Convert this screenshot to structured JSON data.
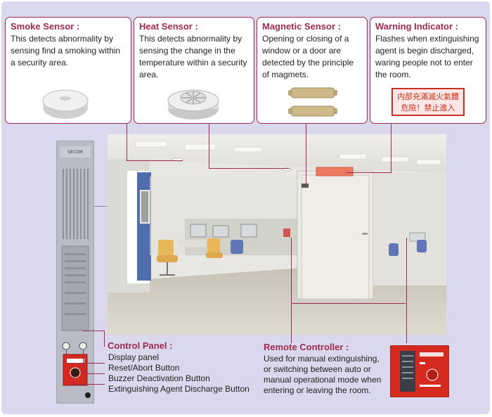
{
  "sensors": [
    {
      "title": "Smoke Sensor :",
      "description": "This detects abnormality by sensing find a smoking within a security area.",
      "icon": "smoke-sensor-icon"
    },
    {
      "title": "Heat Sensor :",
      "description": "This detects abnormality by sensing the change in the temperature within a security area.",
      "icon": "heat-sensor-icon"
    },
    {
      "title": "Magnetic Sensor :",
      "description": "Opening or closing of a window or a door are detected by the principle of magmets.",
      "icon": "magnetic-sensor-icon"
    },
    {
      "title": "Warning Indicator :",
      "description": "Flashes when extinguishing agent is begin discharged, waring people not to enter the room.",
      "icon": "warning-indicator-icon"
    }
  ],
  "warning_sign_text": [
    "内部充滿滅火氣體",
    "危險！禁止進入"
  ],
  "panel_brand": "SECOM",
  "control_panel": {
    "title": "Control Panel :",
    "items": [
      "Display panel",
      "Reset/Abort Button",
      "Buzzer Deactivation Button",
      "Extinguishing Agent Discharge Button"
    ]
  },
  "remote_controller": {
    "title": "Remote Controller :",
    "description": "Used for manual extinguishing, or switching between auto or manual operational mode when entering or leaving the room."
  },
  "colors": {
    "accent": "#9e2a50",
    "frame": "#d9d8ec",
    "device_red": "#d42a20"
  }
}
